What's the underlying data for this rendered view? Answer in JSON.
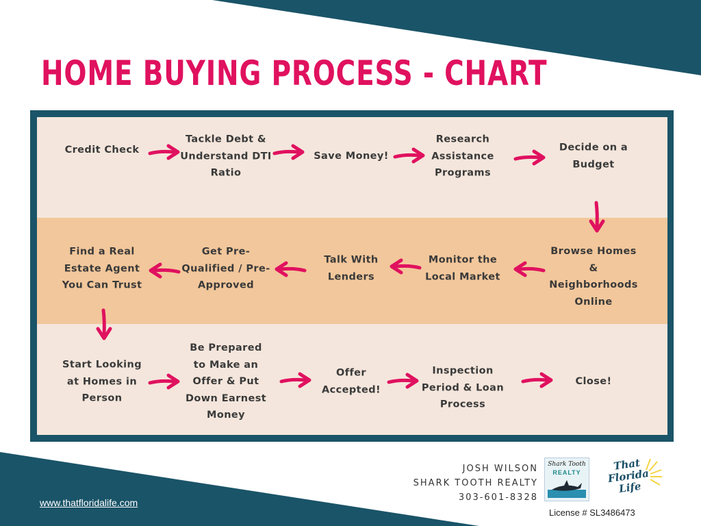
{
  "title": "HOME BUYING PROCESS - CHART",
  "colors": {
    "title": "#e0115f",
    "frame": "#1a5468",
    "row_light": "#f4e6dc",
    "row_orange": "#f2c79b",
    "arrow": "#e0115f"
  },
  "steps": [
    "Credit Check",
    "Tackle Debt & Understand DTI Ratio",
    "Save Money!",
    "Research Assistance Programs",
    "Decide on a Budget",
    "Browse Homes & Neighborhoods Online",
    "Monitor the Local Market",
    "Talk With Lenders",
    "Get Pre-Qualified / Pre-Approved",
    "Find a Real Estate Agent You Can Trust",
    "Start Looking at Homes in Person",
    "Be Prepared to Make an Offer & Put Down Earnest Money",
    "Offer Accepted!",
    "Inspection Period & Loan Process",
    "Close!"
  ],
  "footer": {
    "website": "www.thatfloridalife.com",
    "agent_name": "JOSH WILSON",
    "company": "SHARK TOOTH REALTY",
    "phone": "303-601-8328",
    "license": "License #  SL3486473"
  },
  "logos": {
    "shark_tooth_top": "Shark Tooth",
    "shark_tooth_bottom": "REALTY",
    "that_florida_life": "That Florida Life"
  },
  "icons": [
    "right-arrow-icon",
    "left-arrow-icon",
    "down-arrow-icon",
    "shark-icon",
    "sun-icon"
  ]
}
